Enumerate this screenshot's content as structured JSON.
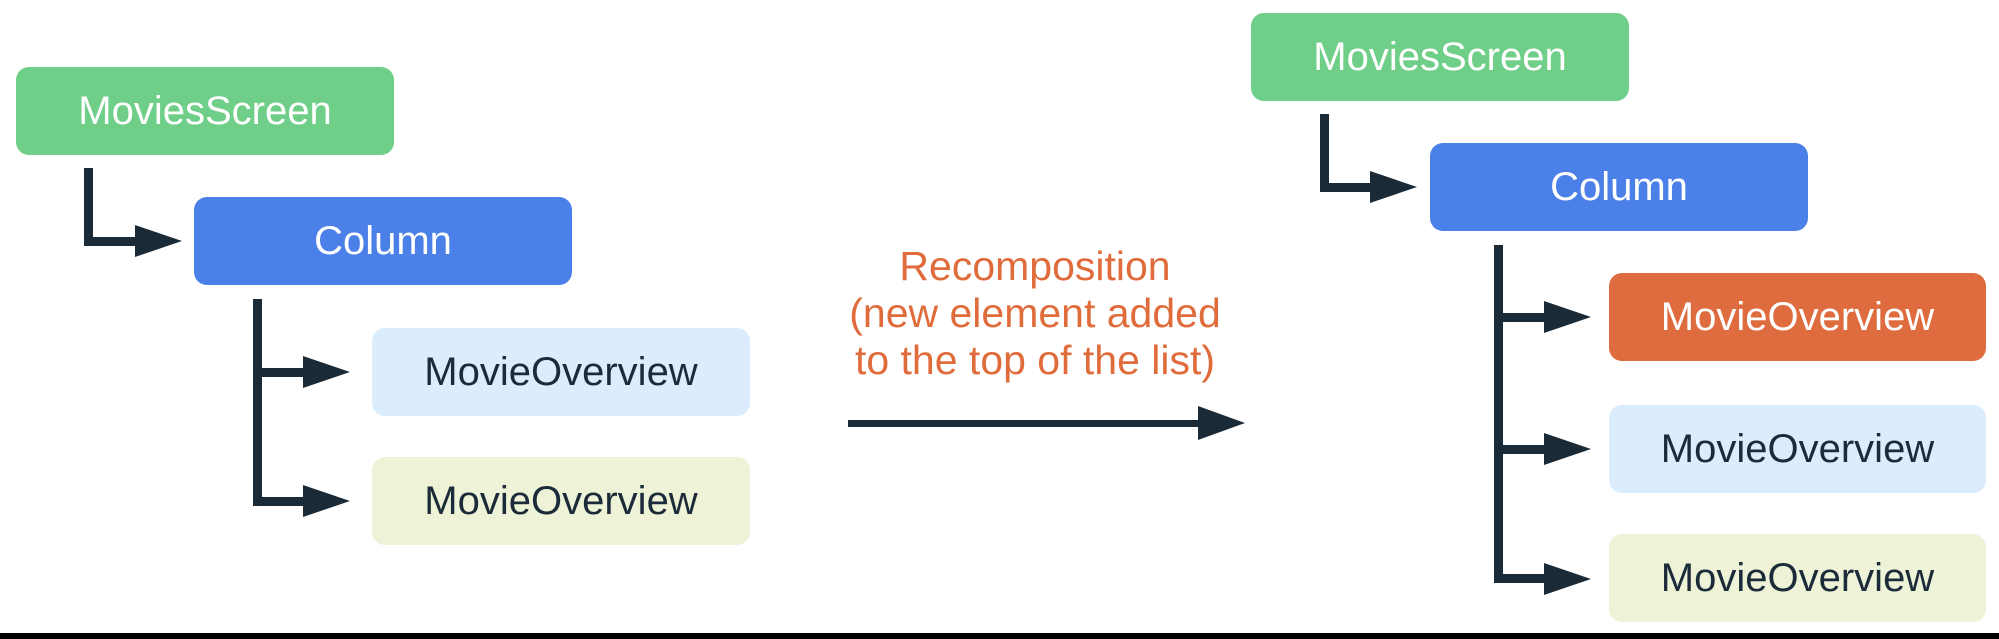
{
  "colors": {
    "node_green": "#6FCE87",
    "node_blue": "#4C80E9",
    "node_light_blue": "#DBEDFC",
    "node_light_yellow": "#EEF3D8",
    "node_orange": "#DF6C3F",
    "connector": "#1B2A37",
    "annotation_text": "#E06C3C",
    "text_on_dark": "#FFFFFF",
    "text_on_light": "#1C2B39",
    "bottom_bar": "#000000"
  },
  "left_tree": {
    "root": {
      "label": "MoviesScreen"
    },
    "column": {
      "label": "Column"
    },
    "children": [
      {
        "label": "MovieOverview"
      },
      {
        "label": "MovieOverview"
      }
    ]
  },
  "right_tree": {
    "root": {
      "label": "MoviesScreen"
    },
    "column": {
      "label": "Column"
    },
    "children": [
      {
        "label": "MovieOverview",
        "is_new": true
      },
      {
        "label": "MovieOverview"
      },
      {
        "label": "MovieOverview"
      }
    ]
  },
  "annotation": {
    "line1": "Recomposition",
    "line2": "(new element added",
    "line3": "to the top of the list)"
  }
}
